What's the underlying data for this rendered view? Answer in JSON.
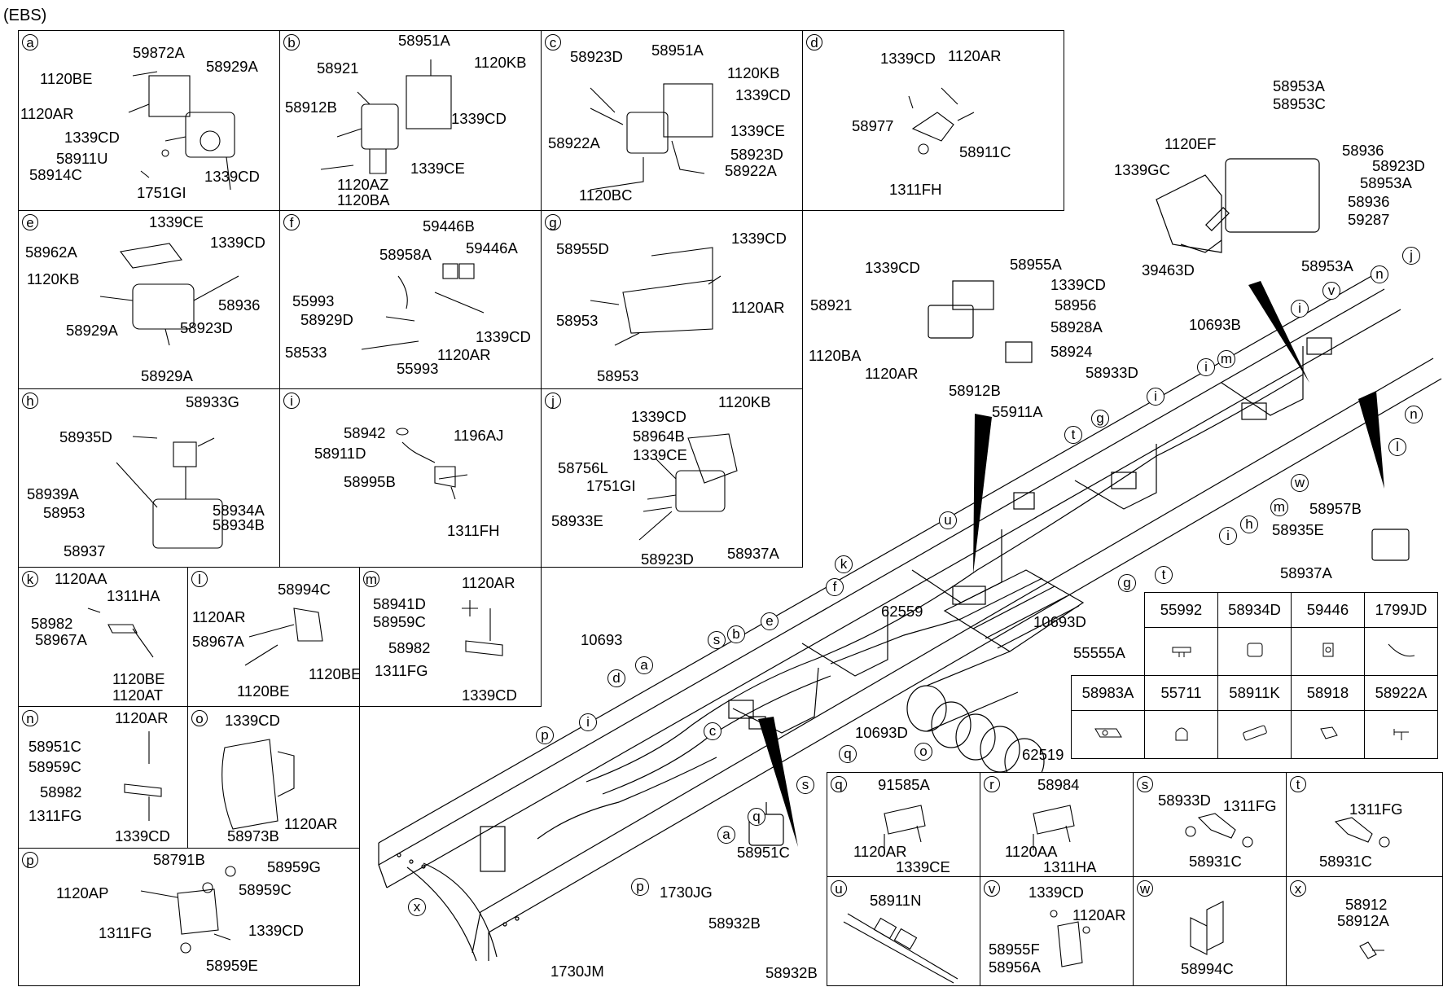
{
  "title": "(EBS)",
  "panels": [
    {
      "letter": "a",
      "labels": [
        "59872A",
        "1120BE",
        "58929A",
        "1120AR",
        "1339CD",
        "58911U",
        "58914C",
        "1751GI",
        "1339CD"
      ]
    },
    {
      "letter": "b",
      "labels": [
        "58951A",
        "58921",
        "1120KB",
        "58912B",
        "1339CD",
        "1120AZ",
        "1120BA",
        "1339CE"
      ]
    },
    {
      "letter": "c",
      "labels": [
        "58951A",
        "58923D",
        "1120KB",
        "1339CD",
        "1339CE",
        "58922A",
        "58923D",
        "58922A",
        "1120BC"
      ]
    },
    {
      "letter": "d",
      "labels": [
        "1339CD",
        "1120AR",
        "58977",
        "58911C",
        "1311FH"
      ]
    },
    {
      "letter": "e",
      "labels": [
        "1339CE",
        "1339CD",
        "58962A",
        "1120KB",
        "58936",
        "58923D",
        "58929A",
        "58929A"
      ]
    },
    {
      "letter": "f",
      "labels": [
        "59446B",
        "59446A",
        "58958A",
        "55993",
        "58929D",
        "1339CD",
        "58533",
        "1120AR",
        "55993"
      ]
    },
    {
      "letter": "g",
      "labels": [
        "1339CD",
        "58955D",
        "1120AR",
        "58953",
        "58953"
      ]
    },
    {
      "letter": "h",
      "labels": [
        "58933G",
        "58935D",
        "58939A",
        "58953",
        "58934A",
        "58934B",
        "58937"
      ]
    },
    {
      "letter": "i",
      "labels": [
        "58942",
        "1196AJ",
        "58911D",
        "58995B",
        "1311FH"
      ]
    },
    {
      "letter": "j",
      "labels": [
        "1339CD",
        "1120KB",
        "58964B",
        "1339CE",
        "58756L",
        "1751GI",
        "58933E",
        "58923D",
        "58937A"
      ]
    },
    {
      "letter": "k",
      "labels": [
        "1120AA",
        "1311HA",
        "58982",
        "58967A",
        "1120BE",
        "1120AT"
      ]
    },
    {
      "letter": "l",
      "labels": [
        "58994C",
        "1120AR",
        "58967A",
        "1120BE",
        "1120BE"
      ]
    },
    {
      "letter": "m",
      "labels": [
        "1120AR",
        "58941D",
        "58959C",
        "58982",
        "1311FG",
        "1339CD"
      ]
    },
    {
      "letter": "n",
      "labels": [
        "1120AR",
        "58951C",
        "58959C",
        "58982",
        "1311FG",
        "1339CD"
      ]
    },
    {
      "letter": "o",
      "labels": [
        "1339CD",
        "58973B",
        "1120AR"
      ]
    },
    {
      "letter": "p",
      "labels": [
        "58791B",
        "58959G",
        "1120AP",
        "58959C",
        "1311FG",
        "1339CD",
        "58959E"
      ]
    },
    {
      "letter": "q",
      "labels": [
        "91585A",
        "1120AR",
        "1339CE"
      ]
    },
    {
      "letter": "r",
      "labels": [
        "58984",
        "1120AA",
        "1311HA"
      ]
    },
    {
      "letter": "s",
      "labels": [
        "58933D",
        "1311FG",
        "58931C"
      ]
    },
    {
      "letter": "t",
      "labels": [
        "1311FG",
        "58931C"
      ]
    },
    {
      "letter": "u",
      "labels": [
        "58911N"
      ]
    },
    {
      "letter": "v",
      "labels": [
        "1339CD",
        "1120AR",
        "58955F",
        "58956A"
      ]
    },
    {
      "letter": "w",
      "labels": [
        "58994C"
      ]
    },
    {
      "letter": "x",
      "labels": [
        "58912",
        "58912A"
      ]
    }
  ],
  "main_labels": [
    "58953A",
    "58953C",
    "58936",
    "58923D",
    "58953A",
    "58936",
    "59287",
    "58953A",
    "1120EF",
    "1339GC",
    "39463D",
    "10693B",
    "1339CD",
    "58955A",
    "1339CD",
    "58956",
    "58921",
    "58928A",
    "58924",
    "1120BA",
    "1120AR",
    "58933D",
    "58912B",
    "55911A",
    "58957B",
    "58935E",
    "58937A",
    "10693D",
    "62559",
    "55555A",
    "10693",
    "10693D",
    "62519",
    "58951C",
    "58932B",
    "58932B",
    "1730JG",
    "1730JM"
  ],
  "callouts": [
    "n",
    "j",
    "i",
    "v",
    "i",
    "m",
    "l",
    "n",
    "t",
    "g",
    "i",
    "h",
    "m",
    "w",
    "i",
    "t",
    "g",
    "u",
    "k",
    "f",
    "e",
    "s",
    "b",
    "a",
    "d",
    "c",
    "p",
    "i",
    "q",
    "o",
    "s",
    "a",
    "q",
    "p",
    "x"
  ],
  "legend": {
    "row1": [
      "55992",
      "58934D",
      "59446",
      "1799JD"
    ],
    "row2": [
      "58983A",
      "55711",
      "58911K",
      "58918",
      "58922A"
    ]
  }
}
